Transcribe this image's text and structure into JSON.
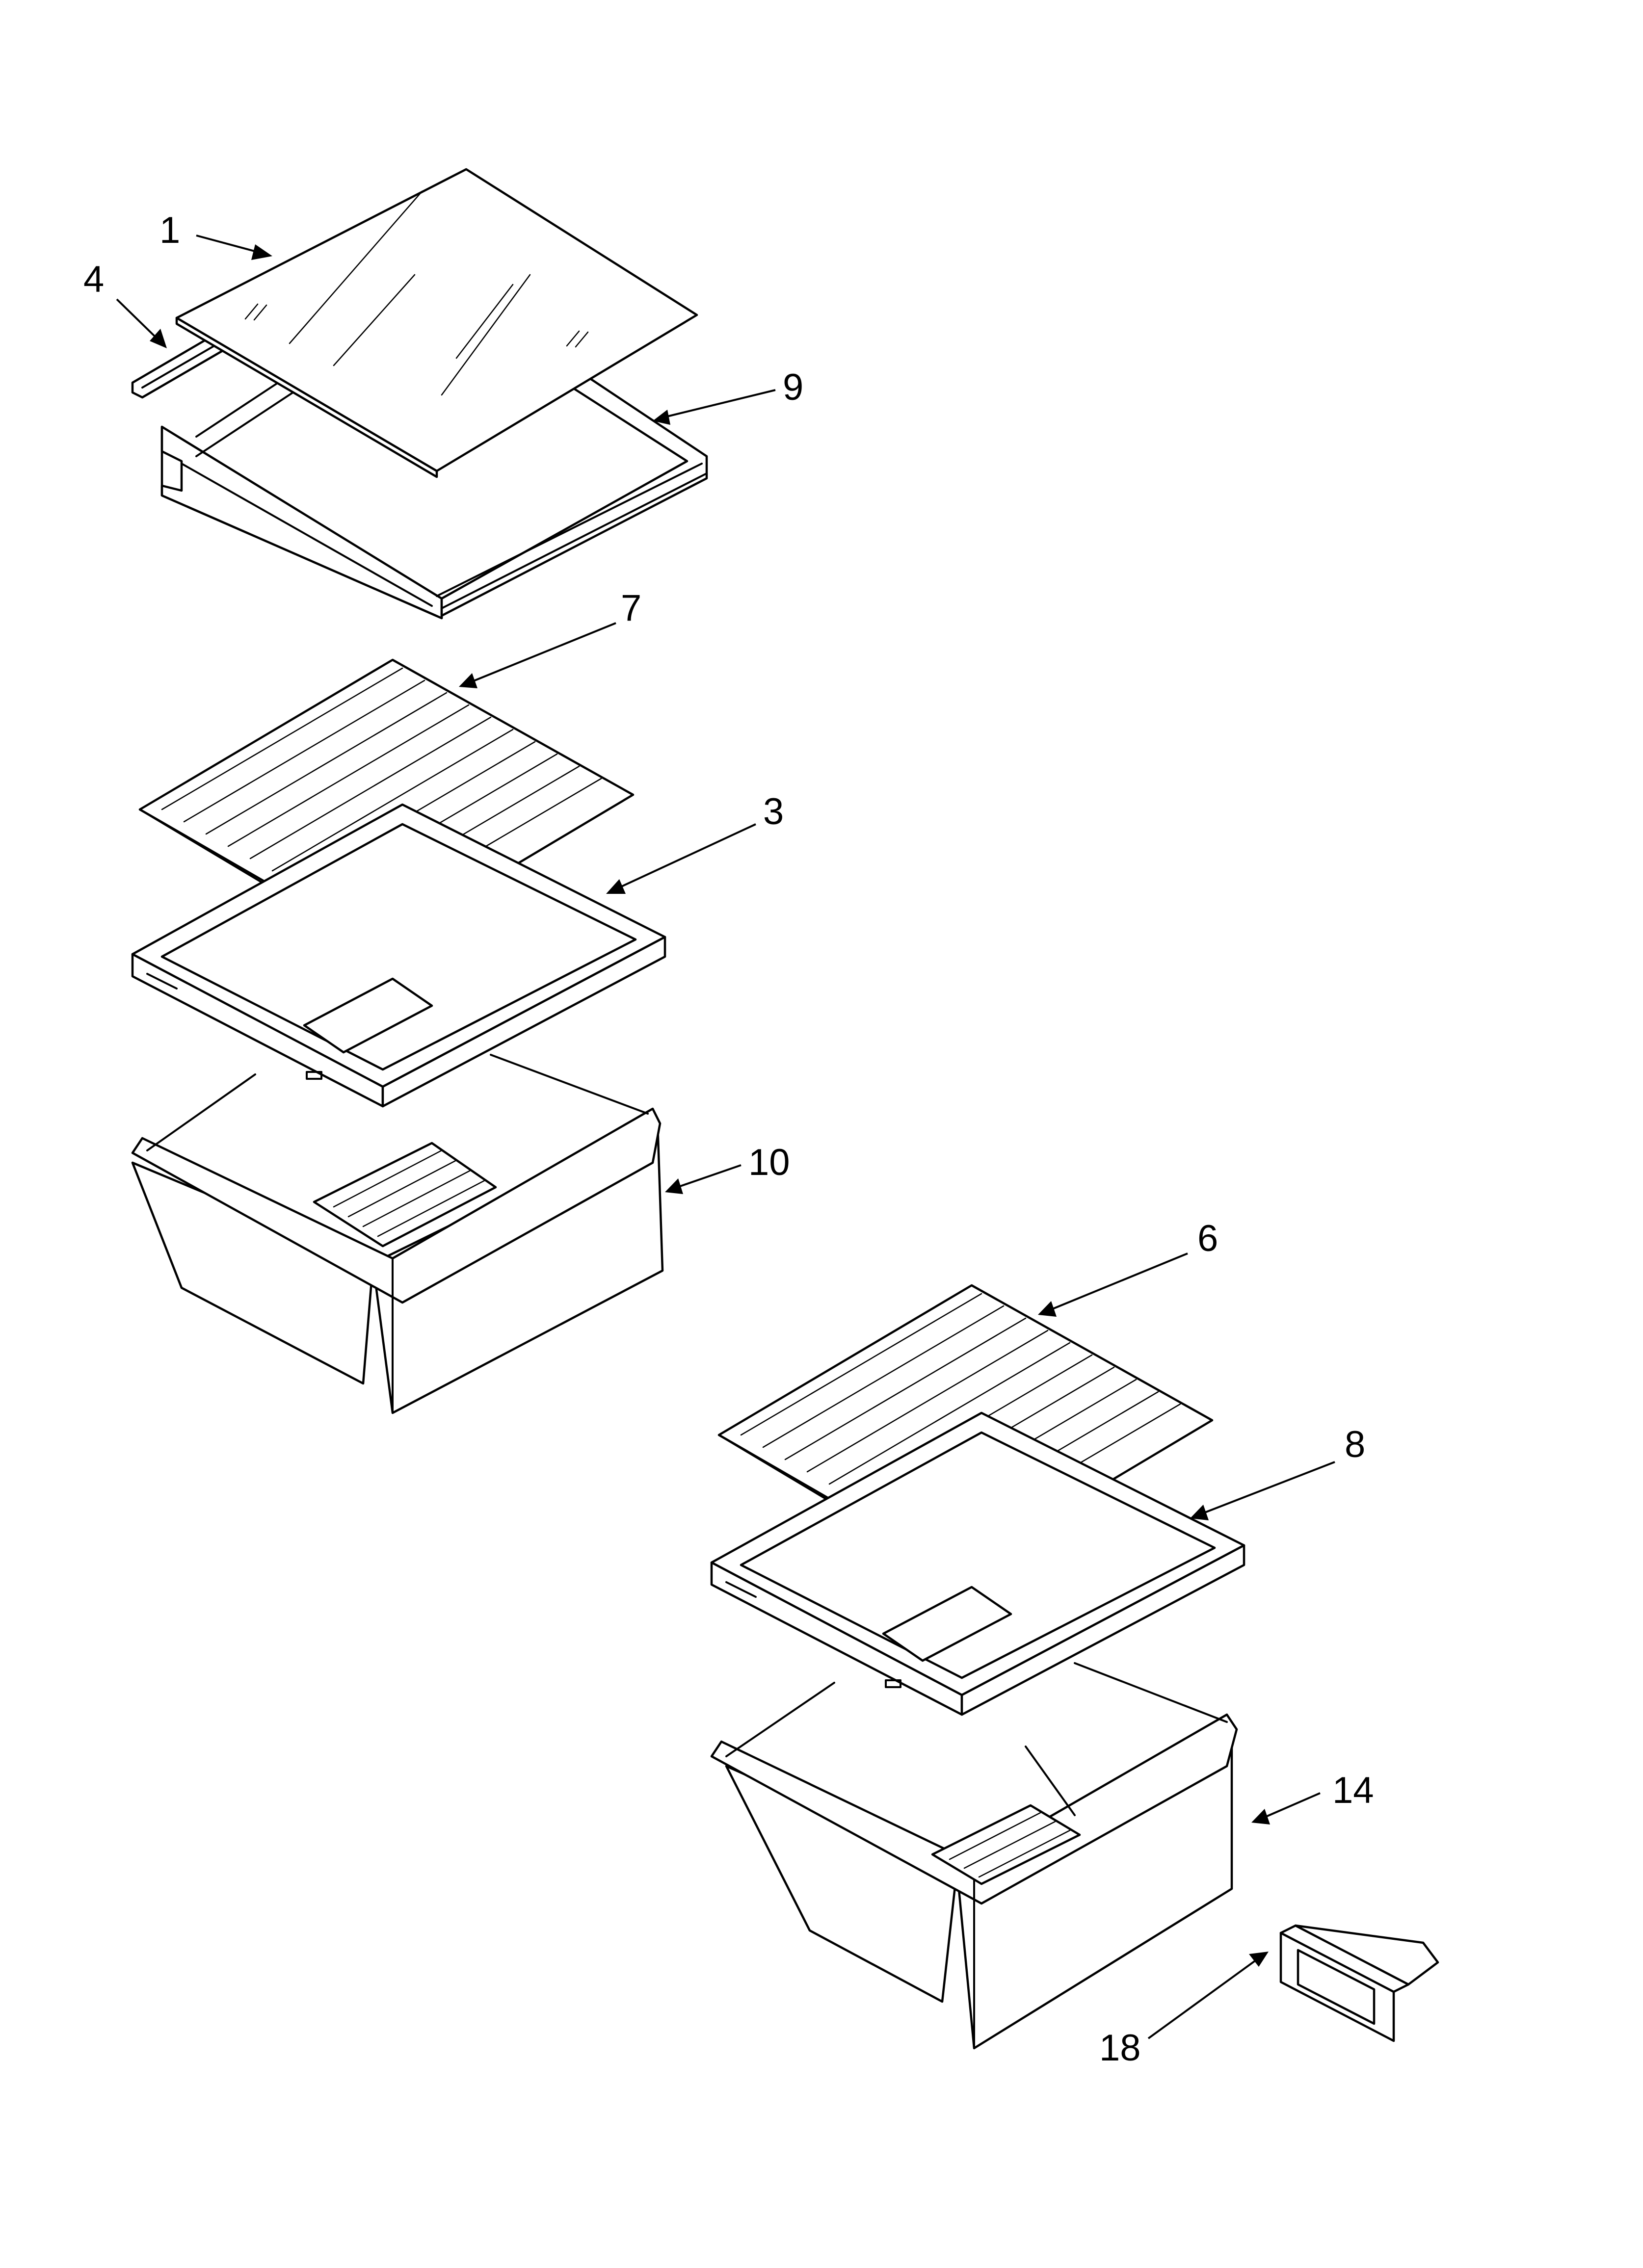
{
  "diagram": {
    "callouts": [
      {
        "id": "c1",
        "label": "1"
      },
      {
        "id": "c4",
        "label": "4"
      },
      {
        "id": "c9",
        "label": "9"
      },
      {
        "id": "c7",
        "label": "7"
      },
      {
        "id": "c3",
        "label": "3"
      },
      {
        "id": "c10",
        "label": "10"
      },
      {
        "id": "c6",
        "label": "6"
      },
      {
        "id": "c8",
        "label": "8"
      },
      {
        "id": "c14",
        "label": "14"
      },
      {
        "id": "c18",
        "label": "18"
      }
    ]
  }
}
